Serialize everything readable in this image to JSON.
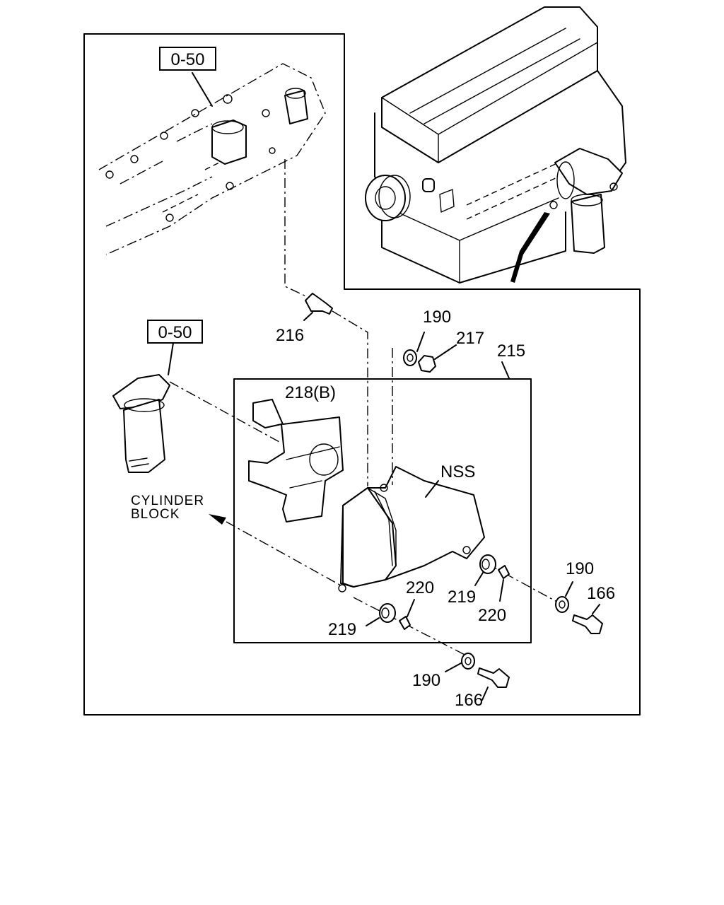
{
  "refs": {
    "engine_block_ref": "0-50",
    "filter_ref": "0-50"
  },
  "callouts": {
    "c216": "216",
    "c190_top": "190",
    "c217": "217",
    "c215": "215",
    "c218b": "218(B)",
    "nss": "NSS",
    "c219_right": "219",
    "c220_right": "220",
    "c190_right": "190",
    "c166_right": "166",
    "c220_left": "220",
    "c219_left": "219",
    "c190_bottom": "190",
    "c166_bottom": "166"
  },
  "annotations": {
    "cylinder_block_line1": "CYLINDER",
    "cylinder_block_line2": "BLOCK"
  }
}
